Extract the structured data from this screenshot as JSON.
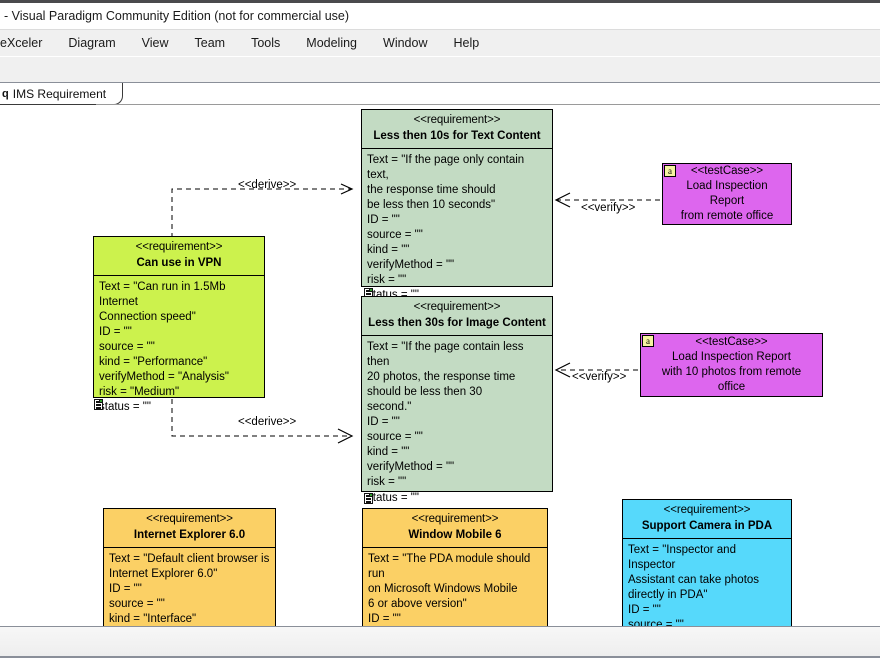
{
  "window": {
    "title": "- Visual Paradigm Community Edition (not for commercial use)"
  },
  "menubar": {
    "items": [
      {
        "label": "eXceler"
      },
      {
        "label": "Diagram"
      },
      {
        "label": "View"
      },
      {
        "label": "Team"
      },
      {
        "label": "Tools"
      },
      {
        "label": "Modeling"
      },
      {
        "label": "Window"
      },
      {
        "label": "Help"
      }
    ]
  },
  "tab": {
    "icon": "q",
    "label": "IMS Requirement"
  },
  "diagram": {
    "nodes": [
      {
        "id": "req-text-10s",
        "stereotype": "<<requirement>>",
        "name": "Less then 10s for Text Content",
        "attrs": "Text = \"If the page only contain text,\nthe response time should\nbe less then 10 seconds\"\nID = \"\"\nsource = \"\"\nkind = \"\"\nverifyMethod = \"\"\nrisk = \"\"\nstatus = \"\""
      },
      {
        "id": "req-image-30s",
        "stereotype": "<<requirement>>",
        "name": "Less then 30s for Image Content",
        "attrs": "Text = \"If the page contain less then\n20 photos, the response time\nshould be less then 30\nsecond.\"\nID = \"\"\nsource = \"\"\nkind = \"\"\nverifyMethod = \"\"\nrisk = \"\"\nstatus = \"\""
      },
      {
        "id": "req-vpn",
        "stereotype": "<<requirement>>",
        "name": "Can use in VPN",
        "attrs": "Text = \"Can run in 1.5Mb Internet\nConnection speed\"\nID = \"\"\nsource = \"\"\nkind = \"Performance\"\nverifyMethod = \"Analysis\"\nrisk = \"Medium\"\nstatus = \"\""
      },
      {
        "id": "req-ie6",
        "stereotype": "<<requirement>>",
        "name": "Internet Explorer 6.0",
        "attrs": "Text = \"Default client browser is\nInternet Explorer 6.0\"\nID = \"\"\nsource = \"\"\nkind = \"Interface\""
      },
      {
        "id": "req-winmobile",
        "stereotype": "<<requirement>>",
        "name": "Window Mobile 6",
        "attrs": "Text = \"The PDA module should run\non Microsoft Windows Mobile\n6 or above version\"\nID = \"\"\nsource = \"\""
      },
      {
        "id": "req-camera-pda",
        "stereotype": "<<requirement>>",
        "name": "Support Camera in PDA",
        "attrs": "Text = \"Inspector and Inspector\nAssistant can take photos\ndirectly in PDA\"\nID = \"\"\nsource = \"\"\nkind = \"Interface\""
      }
    ],
    "testcases": [
      {
        "id": "tc-load-report",
        "badge": "a",
        "stereotype": "<<testCase>>",
        "line1": "Load Inspection Report",
        "line2": "from remote office"
      },
      {
        "id": "tc-load-report-photos",
        "badge": "a",
        "stereotype": "<<testCase>>",
        "line1": "Load Inspection Report",
        "line2": "with 10 photos from remote office"
      }
    ],
    "edges": [
      {
        "id": "derive-top",
        "label": "<<derive>>"
      },
      {
        "id": "derive-bottom",
        "label": "<<derive>>"
      },
      {
        "id": "verify-top",
        "label": "<<verify>>"
      },
      {
        "id": "verify-bottom",
        "label": "<<verify>>"
      }
    ],
    "colors": {
      "requirement_green": "#c3dbc3",
      "requirement_lime": "#ccf24d",
      "requirement_orange": "#fbd065",
      "requirement_cyan": "#56d9fb",
      "testcase_magenta": "#dd66ee",
      "border": "#000000"
    }
  }
}
